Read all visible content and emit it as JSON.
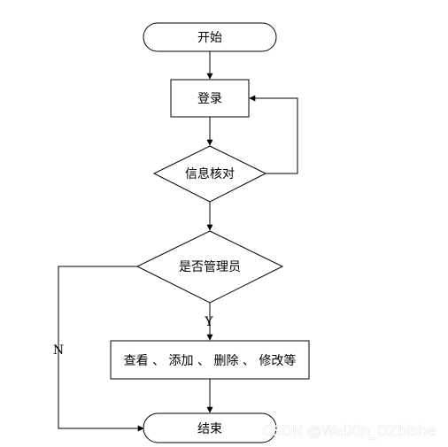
{
  "nodes": {
    "start": {
      "label": "开始",
      "shape": "terminal"
    },
    "login": {
      "label": "登录",
      "shape": "process"
    },
    "verify": {
      "label": "信息核对",
      "shape": "decision"
    },
    "is_admin": {
      "label": "是否管理员",
      "shape": "decision"
    },
    "manage": {
      "label": "查看 、 添加 、 删除 、 修改等",
      "shape": "process"
    },
    "end": {
      "label": "结束",
      "shape": "terminal"
    }
  },
  "edges": {
    "start_to_login": {
      "from": "start",
      "to": "login",
      "label": ""
    },
    "login_to_verify": {
      "from": "login",
      "to": "verify",
      "label": ""
    },
    "verify_retry": {
      "from": "verify",
      "to": "login",
      "label": ""
    },
    "verify_to_admin": {
      "from": "verify",
      "to": "is_admin",
      "label": ""
    },
    "admin_yes": {
      "from": "is_admin",
      "to": "manage",
      "label": "Y"
    },
    "admin_no": {
      "from": "is_admin",
      "to": "end",
      "label": "N"
    },
    "manage_to_end": {
      "from": "manage",
      "to": "end",
      "label": ""
    }
  },
  "watermark": {
    "text": "CSDN @WeiXin_DZbishe"
  },
  "colors": {
    "stroke": "#000000",
    "fill": "#ffffff",
    "watermark": "#ffffff"
  }
}
